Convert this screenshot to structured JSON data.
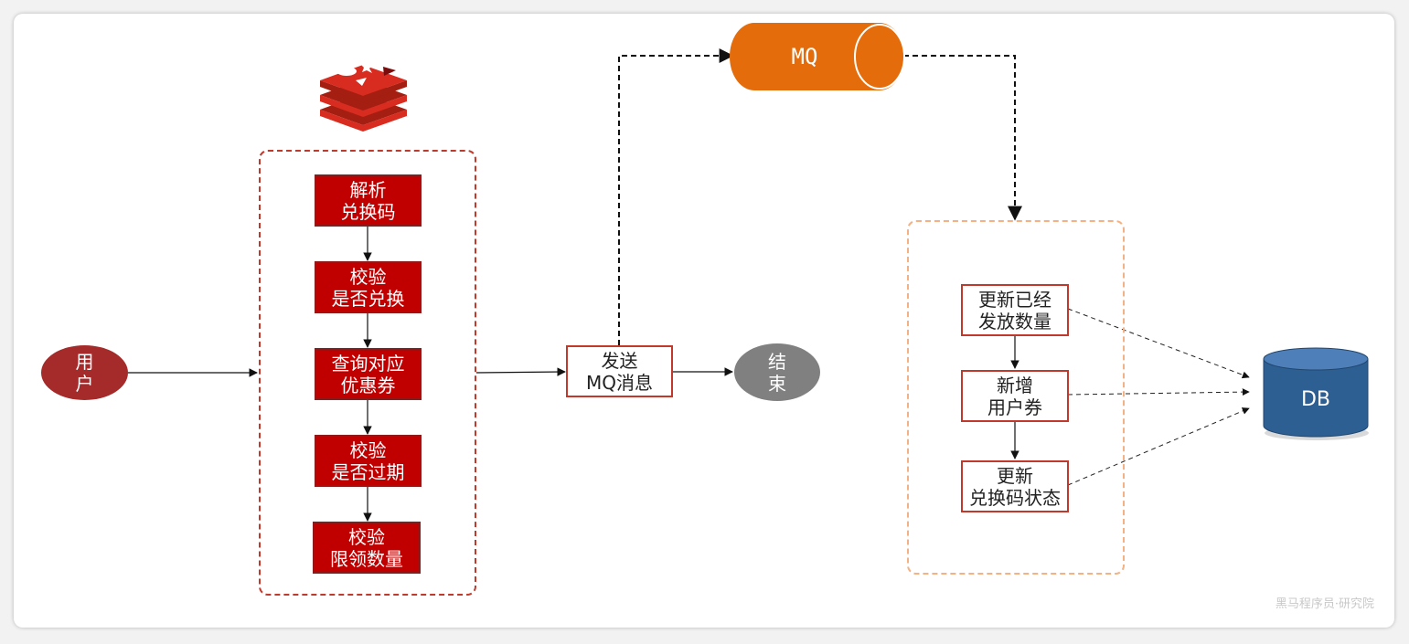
{
  "user": {
    "label": "用\n户"
  },
  "redis_steps": [
    {
      "label": "解析\n兑换码"
    },
    {
      "label": "校验\n是否兑换"
    },
    {
      "label": "查询对应\n优惠券"
    },
    {
      "label": "校验\n是否过期"
    },
    {
      "label": "校验\n限领数量"
    }
  ],
  "send": {
    "label": "发送\nMQ消息"
  },
  "end": {
    "label": "结\n束"
  },
  "mq": {
    "label": "MQ"
  },
  "consumer_steps": [
    {
      "label": "更新已经\n发放数量"
    },
    {
      "label": "新增\n用户券"
    },
    {
      "label": "更新\n兑换码状态"
    }
  ],
  "db": {
    "label": "DB"
  },
  "watermark": "黑马程序员·研究院",
  "colors": {
    "step_red": "#c00000",
    "user_circle": "#a52a2a",
    "end_circle": "#808080",
    "mq_orange": "#e46c0a",
    "db_blue": "#2e5f93",
    "redis_group_border": "#c0392b",
    "consumer_group_border": "#f4b183"
  },
  "icons": {
    "redis_logo": "redis-logo-icon"
  }
}
